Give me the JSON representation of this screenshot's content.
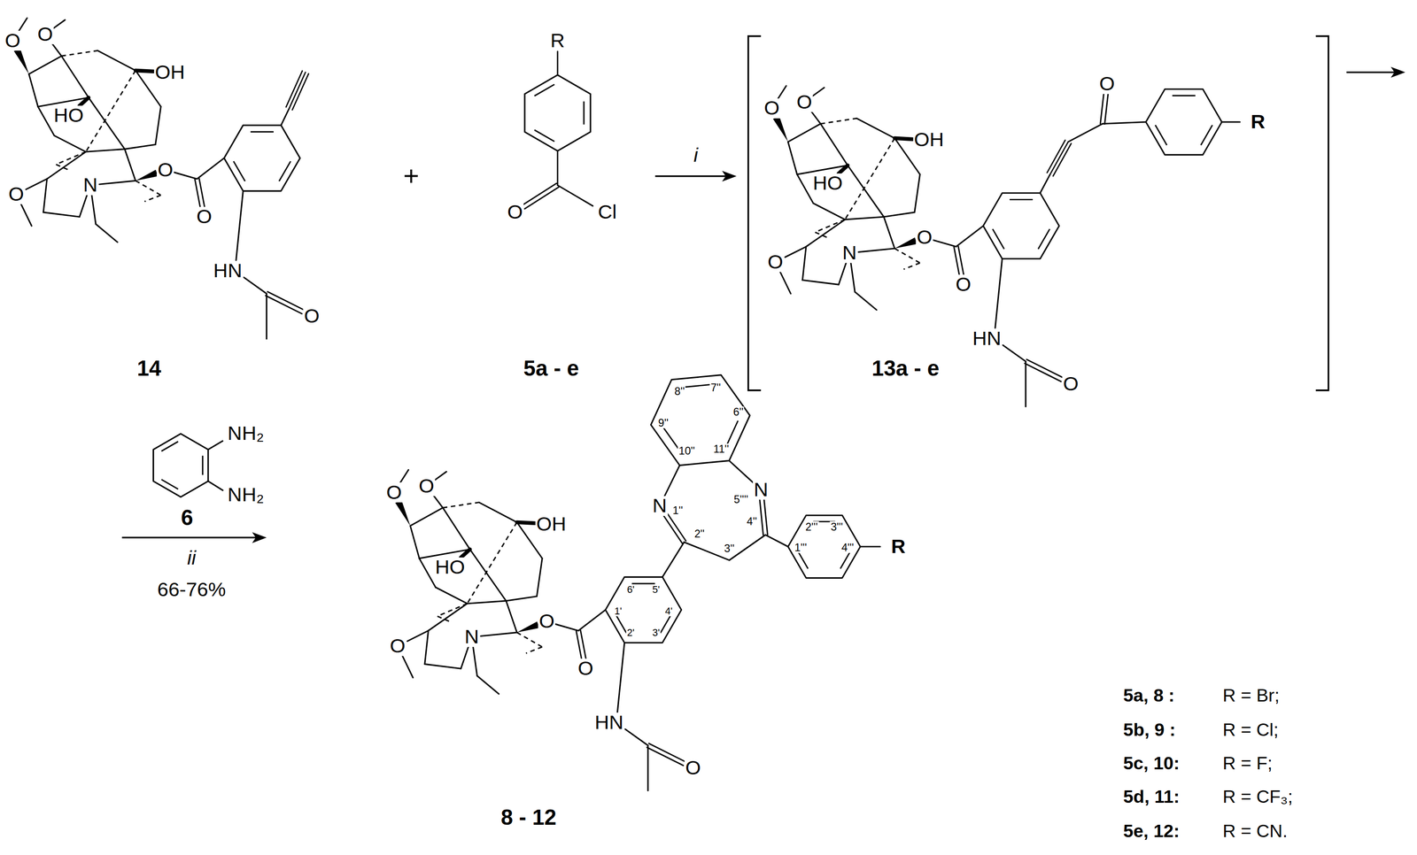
{
  "diagram": {
    "labels": [
      "O",
      "O",
      "OH",
      "HO",
      "O",
      "N",
      "O",
      "O",
      "HN",
      "O",
      "14",
      "+",
      "R",
      "O",
      "Cl",
      "5a - e",
      "i",
      "O",
      "O",
      "OH",
      "HO",
      "O",
      "N",
      "O",
      "O",
      "HN",
      "O",
      "O",
      "R",
      "13a - e",
      "NH₂",
      "NH₂",
      "6",
      "ii",
      "66-76%",
      "O",
      "O",
      "OH",
      "HO",
      "O",
      "N",
      "O",
      "O",
      "HN",
      "O",
      "N",
      "1''",
      "N",
      "5''''",
      "6''",
      "7''",
      "8''",
      "9''",
      "10''",
      "11''",
      "2''",
      "3''",
      "4''",
      "1'''",
      "2'''",
      "3'''",
      "4'''",
      "R",
      "1'",
      "2'",
      "3'",
      "4'",
      "5'",
      "6'",
      "8 - 12",
      "5a, 8 :",
      "R = Br;",
      "5b, 9 :",
      "R = Cl;",
      "5c, 10:",
      "R = F;",
      "5d, 11:",
      "R = CF₃;",
      "5e, 12:",
      "R = CN."
    ]
  }
}
